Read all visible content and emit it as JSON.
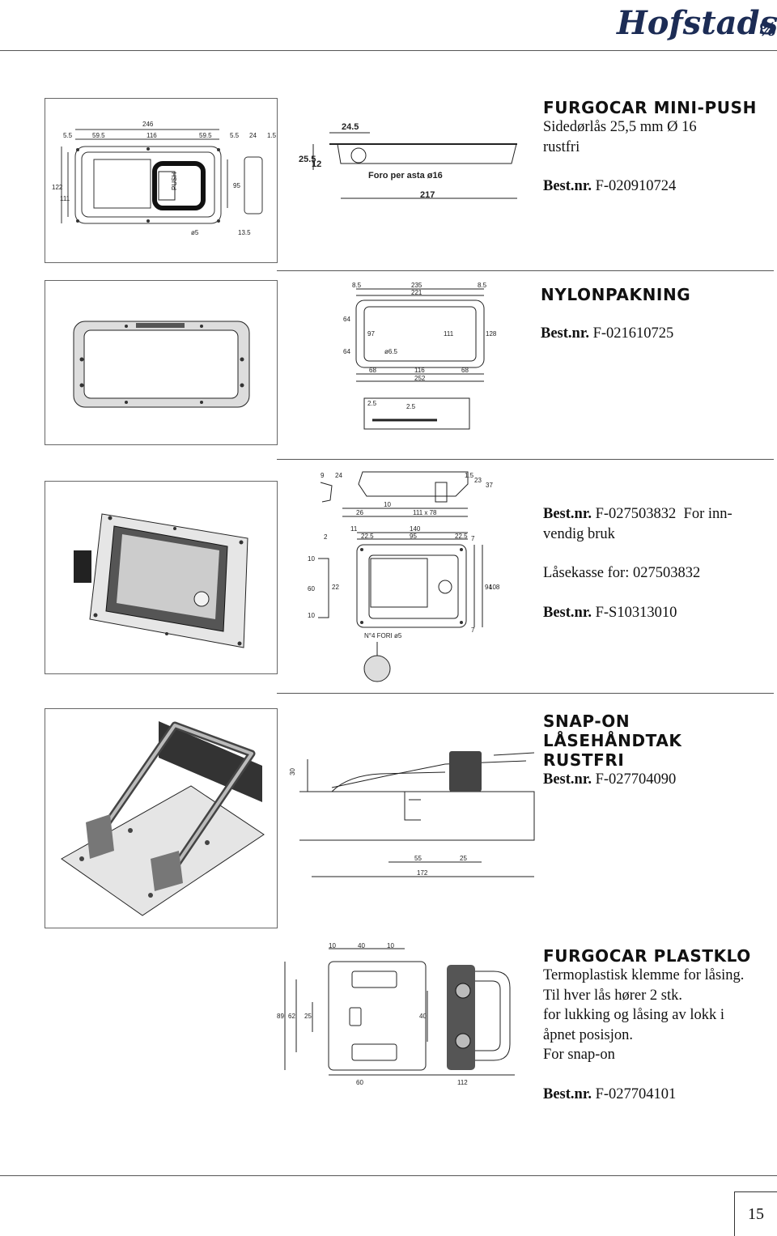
{
  "brand": {
    "logo_text": "Hofstads",
    "logo_suffix": "%"
  },
  "page_number": "15",
  "sections": [
    {
      "title": "FURGOCAR MINI-PUSH",
      "lines": [
        "Sidedørlås 25,5 mm Ø 16",
        "rustfri"
      ],
      "bestnr_label": "Best.nr.",
      "bestnr_value": "F-020910724",
      "drawing": {
        "dims": [
          "246",
          "5.5",
          "59.5",
          "116",
          "59.5",
          "5.5",
          "24",
          "1.5",
          "122",
          "111",
          "95",
          "ø5",
          "13.5",
          "24.5",
          "25.5",
          "12",
          "217"
        ],
        "label_push": "PUSH",
        "label_foro": "Foro per asta ø16"
      }
    },
    {
      "title": "NYLONPAKNING",
      "bestnr_label": "Best.nr.",
      "bestnr_value": "F-021610725",
      "drawing": {
        "dims": [
          "8.5",
          "235",
          "8.5",
          "221",
          "64",
          "64",
          "97",
          "111",
          "128",
          "ø6.5",
          "68",
          "116",
          "68",
          "252",
          "2.5",
          "2.5"
        ]
      }
    },
    {
      "bestnr1_label": "Best.nr.",
      "bestnr1_value": "F-027503832",
      "bestnr1_note_a": "For inn-",
      "bestnr1_note_b": "vendig bruk",
      "lock_line": "Låsekasse for: 027503832",
      "bestnr2_label": "Best.nr.",
      "bestnr2_value": "F-S10313010",
      "drawing": {
        "dims": [
          "9",
          "24",
          "10",
          "26",
          "111 x 78",
          "1.5",
          "23",
          "37",
          "11",
          "22.5",
          "140",
          "95",
          "22.5",
          "2",
          "10",
          "60",
          "22",
          "10",
          "94",
          "7",
          "108",
          "7",
          "N°4 FORI ø5"
        ]
      }
    },
    {
      "title_line1": "SNAP-ON LÅSEHÅNDTAK",
      "title_line2": "RUSTFRI",
      "bestnr_label": "Best.nr.",
      "bestnr_value": "F-027704090",
      "drawing": {
        "dims": [
          "30",
          "55",
          "25",
          "172"
        ]
      }
    },
    {
      "title": "FURGOCAR PLASTKLO",
      "lines": [
        "Termoplastisk klemme for låsing.",
        "Til hver lås hører 2 stk.",
        "for lukking og låsing av lokk i",
        "åpnet posisjon.",
        "For snap-on"
      ],
      "bestnr_label": "Best.nr.",
      "bestnr_value": "F-027704101",
      "drawing": {
        "dims": [
          "10",
          "40",
          "10",
          "89",
          "62",
          "25",
          "40",
          "60",
          "112"
        ]
      }
    }
  ]
}
